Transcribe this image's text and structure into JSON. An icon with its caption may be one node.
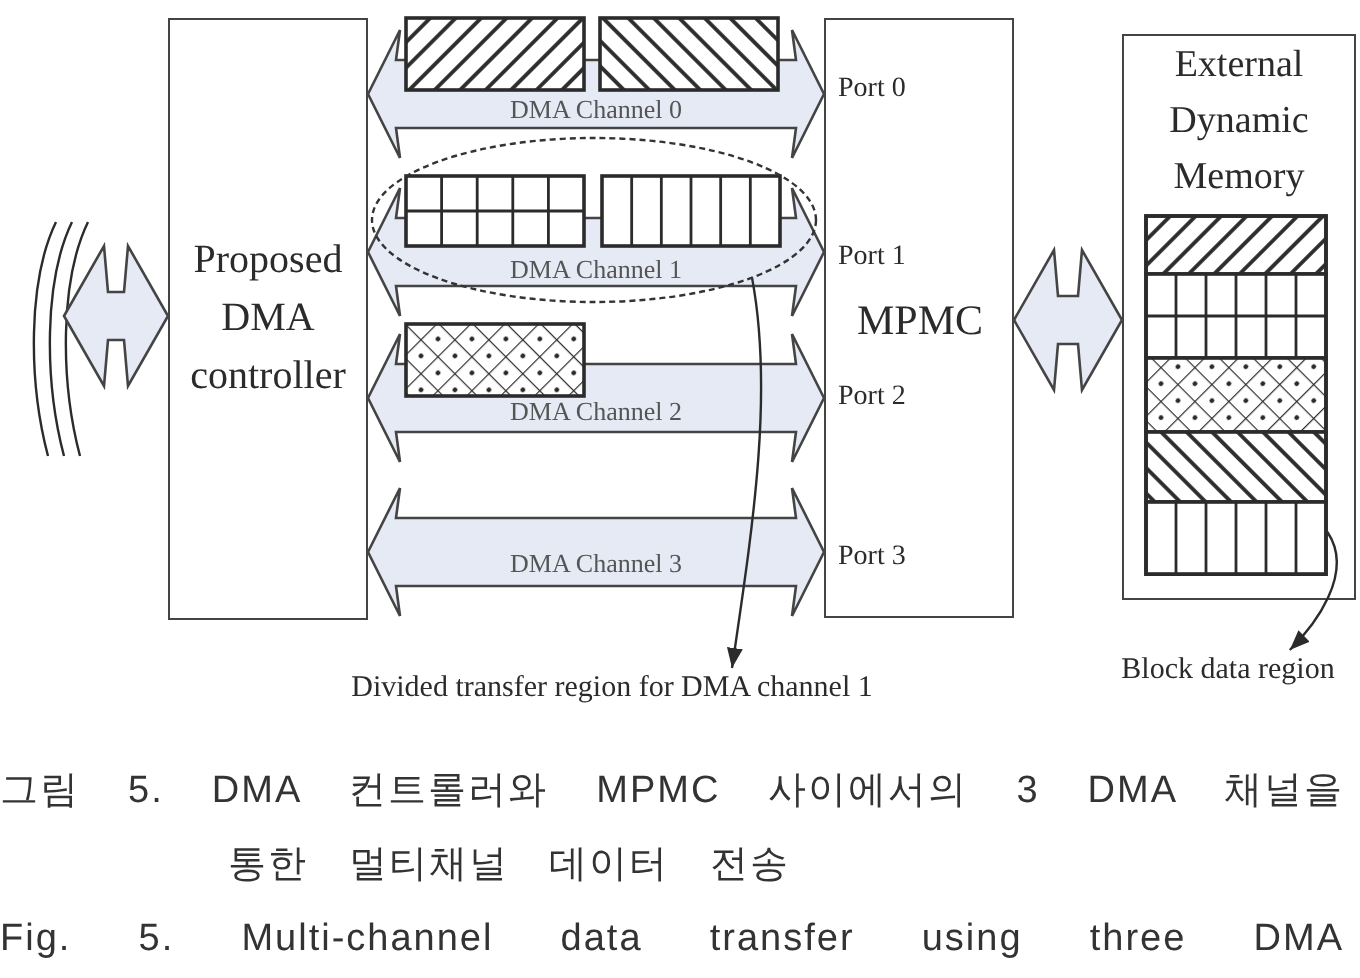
{
  "diagram": {
    "caption": "그림 5. DMA 컨트롤러와 MPMC 사이에서의 3 DMA 채널을 통한 멀티채널 데이터 전송",
    "nodes": [
      {
        "text": [
          "Proposed DMA controller"
        ]
      },
      {
        "text": [
          "Port 0",
          "Port 1",
          "MPMC",
          "Port 2",
          "Port 3"
        ]
      },
      {
        "text": [
          "External Dynamic Memory"
        ]
      },
      {
        "text": [],
        "shape": "box",
        "in": 2
      },
      {
        "text": [],
        "shape": "ellipse"
      },
      {
        "text": [
          "Divided transfer region for DMA channel 1"
        ]
      },
      {
        "text": [
          "Block data region"
        ]
      }
    ],
    "edges": [
      {
        "from": null,
        "to": 0,
        "arrow": "both"
      },
      {
        "from": 0,
        "to": 1,
        "arrow": "both",
        "label": "DMA Channel 0"
      },
      {
        "from": 0,
        "to": 1,
        "arrow": "both",
        "label": "DMA Channel 1"
      },
      {
        "from": 0,
        "to": 1,
        "arrow": "both",
        "label": "DMA Channel 2"
      },
      {
        "from": 0,
        "to": 1,
        "arrow": "both",
        "label": "DMA Channel 3"
      },
      {
        "from": 1,
        "to": 2,
        "arrow": "both"
      },
      {
        "from": 4,
        "to": 5,
        "arrow": "to"
      },
      {
        "from": 3,
        "to": 6,
        "arrow": "to"
      }
    ],
    "labels": [
      "Fig. 5. Multi-channel data transfer using three DMA"
    ]
  }
}
